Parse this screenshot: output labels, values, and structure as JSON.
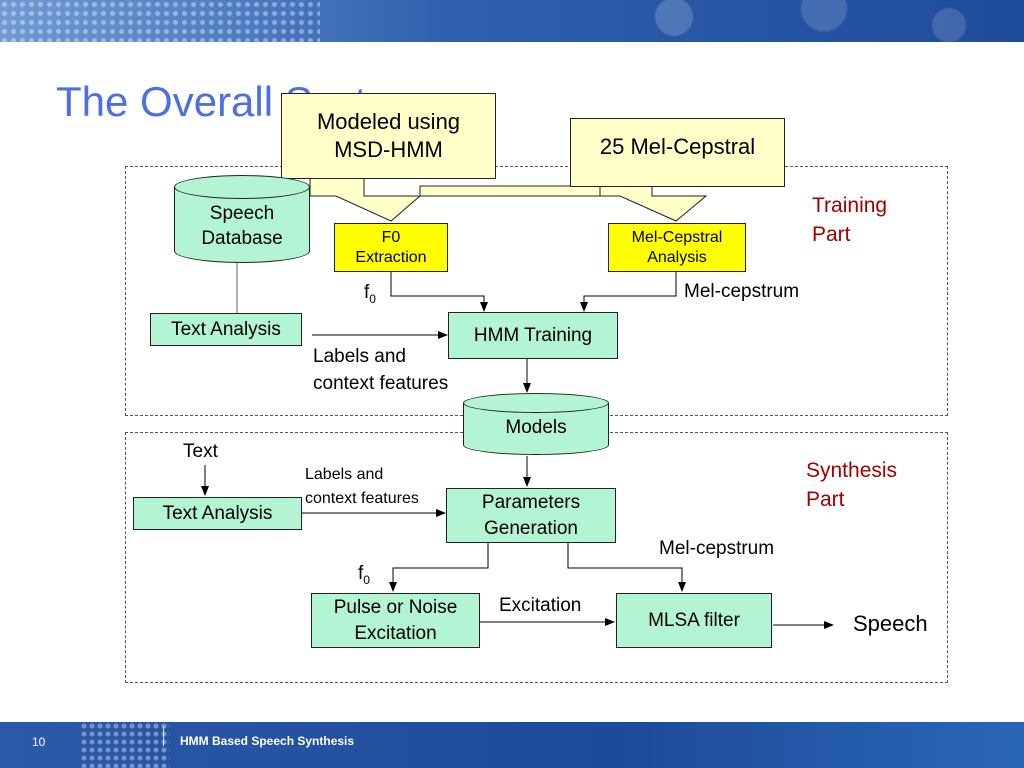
{
  "slide": {
    "title": "The Overall System",
    "page_number": "10",
    "footer": "HMM Based Speech Synthesis"
  },
  "callouts": {
    "msd": "Modeled using\nMSD-HMM",
    "mel": "25 Mel-Cepstral"
  },
  "training": {
    "label": "Training\nPart",
    "speech_database": "Speech\nDatabase",
    "f0_extraction": "F0\nExtraction",
    "mel_cepstral_analysis": "Mel-Cepstral\nAnalysis",
    "f0_label": "f",
    "f0_sub": "0",
    "mel_cepstrum_label": "Mel-cepstrum",
    "text_analysis": "Text Analysis",
    "hmm_training": "HMM Training",
    "labels_context": "Labels and\ncontext features",
    "models": "Models"
  },
  "synthesis": {
    "label": "Synthesis\nPart",
    "text_input": "Text",
    "labels_context": "Labels and\ncontext features",
    "text_analysis": "Text Analysis",
    "parameters_generation": "Parameters\nGeneration",
    "mel_cepstrum_label": "Mel-cepstrum",
    "f0_label": "f",
    "f0_sub": "0",
    "pulse_noise": "Pulse or Noise\nExcitation",
    "excitation_label": "Excitation",
    "mlsa_filter": "MLSA filter",
    "speech_output": "Speech"
  },
  "colors": {
    "title": "#4d6fe0",
    "box_green": "#b3f5d2",
    "box_yellow": "#ffff00",
    "callout": "#ffffc8",
    "part_label": "#a00000"
  }
}
